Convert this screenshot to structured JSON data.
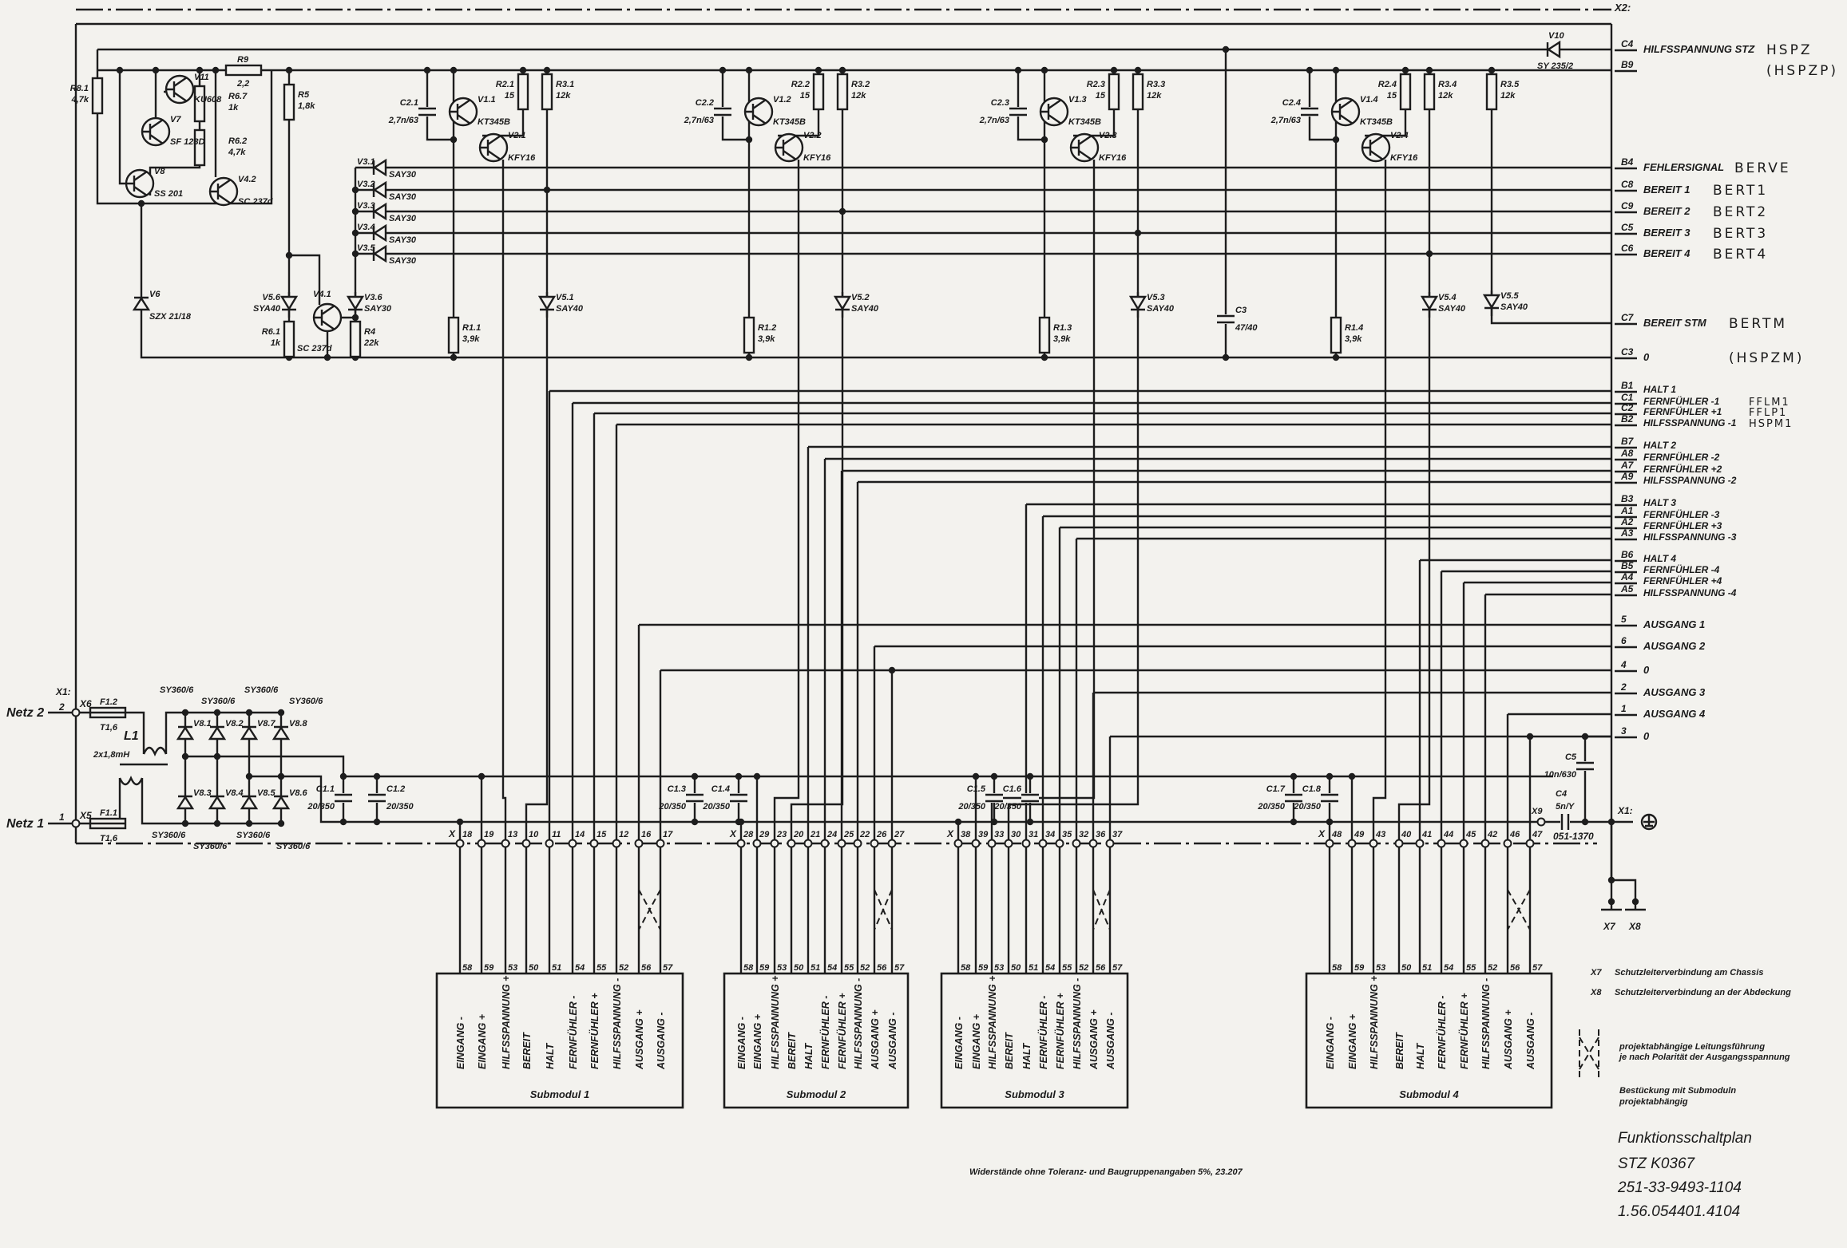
{
  "connector_x2": {
    "title": "X2:",
    "pins": [
      {
        "pin": "C4",
        "label": "HILFSSPANNUNG STZ",
        "note": "HSPZ"
      },
      {
        "pin": "B9",
        "label": "",
        "note": "(HSPZP)"
      },
      {
        "pin": "B4",
        "label": "FEHLERSIGNAL",
        "note": "BERVE"
      },
      {
        "pin": "C8",
        "label": "BEREIT 1",
        "note": "BERT1"
      },
      {
        "pin": "C9",
        "label": "BEREIT 2",
        "note": "BERT2"
      },
      {
        "pin": "C5",
        "label": "BEREIT 3",
        "note": "BERT3"
      },
      {
        "pin": "C6",
        "label": "BEREIT 4",
        "note": "BERT4"
      },
      {
        "pin": "C7",
        "label": "BEREIT STM",
        "note": "BERTM"
      },
      {
        "pin": "C3",
        "label": "0",
        "note": "(HSPZM)"
      },
      {
        "pin": "B1",
        "label": "HALT 1",
        "note": ""
      },
      {
        "pin": "C1",
        "label": "FERNFÜHLER -1",
        "note": "FFLM1"
      },
      {
        "pin": "C2",
        "label": "FERNFÜHLER +1",
        "note": "FFLP1"
      },
      {
        "pin": "B2",
        "label": "HILFSSPANNUNG -1",
        "note": "HSPM1"
      },
      {
        "pin": "B7",
        "label": "HALT 2",
        "note": ""
      },
      {
        "pin": "A8",
        "label": "FERNFÜHLER -2",
        "note": ""
      },
      {
        "pin": "A7",
        "label": "FERNFÜHLER +2",
        "note": ""
      },
      {
        "pin": "A9",
        "label": "HILFSSPANNUNG -2",
        "note": ""
      },
      {
        "pin": "B3",
        "label": "HALT 3",
        "note": ""
      },
      {
        "pin": "A1",
        "label": "FERNFÜHLER -3",
        "note": ""
      },
      {
        "pin": "A2",
        "label": "FERNFÜHLER +3",
        "note": ""
      },
      {
        "pin": "A3",
        "label": "HILFSSPANNUNG -3",
        "note": ""
      },
      {
        "pin": "B6",
        "label": "HALT 4",
        "note": ""
      },
      {
        "pin": "B5",
        "label": "FERNFÜHLER -4",
        "note": ""
      },
      {
        "pin": "A4",
        "label": "FERNFÜHLER +4",
        "note": ""
      },
      {
        "pin": "A5",
        "label": "HILFSSPANNUNG -4",
        "note": ""
      },
      {
        "pin": "5",
        "label": "AUSGANG 1",
        "note": ""
      },
      {
        "pin": "6",
        "label": "AUSGANG 2",
        "note": ""
      },
      {
        "pin": "4",
        "label": "0",
        "note": ""
      },
      {
        "pin": "2",
        "label": "AUSGANG 3",
        "note": ""
      },
      {
        "pin": "1",
        "label": "AUSGANG 4",
        "note": ""
      },
      {
        "pin": "3",
        "label": "0",
        "note": ""
      }
    ]
  },
  "submodule_pins": [
    "58",
    "59",
    "53",
    "50",
    "51",
    "54",
    "55",
    "52",
    "56",
    "57"
  ],
  "submodule_signals": [
    "EINGANG -",
    "EINGANG +",
    "HILFSSPANNUNG +",
    "BEREIT",
    "HALT",
    "FERNFÜHLER -",
    "FERNFÜHLER +",
    "HILFSSPANNUNG -",
    "AUSGANG +",
    "AUSGANG -"
  ],
  "submodules": [
    {
      "title": "Submodul 1",
      "x_prefix": "X",
      "terminals": [
        "18",
        "19",
        "13",
        "10",
        "11",
        "14",
        "15",
        "12",
        "16",
        "17"
      ]
    },
    {
      "title": "Submodul 2",
      "x_prefix": "X",
      "terminals": [
        "28",
        "29",
        "23",
        "20",
        "21",
        "24",
        "25",
        "22",
        "26",
        "27"
      ]
    },
    {
      "title": "Submodul 3",
      "x_prefix": "X",
      "terminals": [
        "38",
        "39",
        "33",
        "30",
        "31",
        "34",
        "35",
        "32",
        "36",
        "37"
      ]
    },
    {
      "title": "Submodul 4",
      "x_prefix": "X",
      "terminals": [
        "48",
        "49",
        "43",
        "40",
        "41",
        "44",
        "45",
        "42",
        "46",
        "47"
      ]
    }
  ],
  "components": {
    "R8_1": {
      "ref": "R8.1",
      "value": "4,7k"
    },
    "V11": {
      "ref": "V11",
      "value": "KU608"
    },
    "V7": {
      "ref": "V7",
      "value": "SF 128D"
    },
    "V8": {
      "ref": "V8",
      "value": "SS 201"
    },
    "V4_2": {
      "ref": "V4.2",
      "value": "SC 237d"
    },
    "R6_7": {
      "ref": "R6.7",
      "value": "1k"
    },
    "R6_2": {
      "ref": "R6.2",
      "value": "4,7k"
    },
    "R9": {
      "ref": "R9",
      "value": "2,2"
    },
    "R5": {
      "ref": "R5",
      "value": "1,8k"
    },
    "V6": {
      "ref": "V6",
      "value": "SZX 21/18"
    },
    "V5_6": {
      "ref": "V5.6",
      "value": "SYA40"
    },
    "R6_1": {
      "ref": "R6.1",
      "value": "1k"
    },
    "V4_1": {
      "ref": "V4.1",
      "value": "SC 237d"
    },
    "V3_6": {
      "ref": "V3.6",
      "value": "SAY30"
    },
    "R4": {
      "ref": "R4",
      "value": "22k"
    },
    "V3_1": {
      "ref": "V3.1",
      "value": "SAY30"
    },
    "V3_2": {
      "ref": "V3.2",
      "value": "SAY30"
    },
    "V3_3": {
      "ref": "V3.3",
      "value": "SAY30"
    },
    "V3_4": {
      "ref": "V3.4",
      "value": "SAY30"
    },
    "V3_5": {
      "ref": "V3.5",
      "value": "SAY30"
    },
    "C2_1": {
      "ref": "C2.1",
      "value": "2,7n/63"
    },
    "C2_2": {
      "ref": "C2.2",
      "value": "2,7n/63"
    },
    "C2_3": {
      "ref": "C2.3",
      "value": "2,7n/63"
    },
    "C2_4": {
      "ref": "C2.4",
      "value": "2,7n/63"
    },
    "V1_1": {
      "ref": "V1.1",
      "value": "KT345B"
    },
    "V1_2": {
      "ref": "V1.2",
      "value": "KT345B"
    },
    "V1_3": {
      "ref": "V1.3",
      "value": "KT345B"
    },
    "V1_4": {
      "ref": "V1.4",
      "value": "KT345B"
    },
    "V2_1": {
      "ref": "V2.1",
      "value": "KFY16"
    },
    "V2_2": {
      "ref": "V2.2",
      "value": "KFY16"
    },
    "V2_3": {
      "ref": "V2.3",
      "value": "KFY16"
    },
    "V2_4": {
      "ref": "V2.4",
      "value": "KFY16"
    },
    "R2_1": {
      "ref": "R2.1",
      "value": "15"
    },
    "R2_2": {
      "ref": "R2.2",
      "value": "15"
    },
    "R2_3": {
      "ref": "R2.3",
      "value": "15"
    },
    "R2_4": {
      "ref": "R2.4",
      "value": "15"
    },
    "R3_1": {
      "ref": "R3.1",
      "value": "12k"
    },
    "R3_2": {
      "ref": "R3.2",
      "value": "12k"
    },
    "R3_3": {
      "ref": "R3.3",
      "value": "12k"
    },
    "R3_4": {
      "ref": "R3.4",
      "value": "12k"
    },
    "R3_5": {
      "ref": "R3.5",
      "value": "12k"
    },
    "R1_1": {
      "ref": "R1.1",
      "value": "3,9k"
    },
    "R1_2": {
      "ref": "R1.2",
      "value": "3,9k"
    },
    "R1_3": {
      "ref": "R1.3",
      "value": "3,9k"
    },
    "R1_4": {
      "ref": "R1.4",
      "value": "3,9k"
    },
    "V5_1": {
      "ref": "V5.1",
      "value": "SAY40"
    },
    "V5_2": {
      "ref": "V5.2",
      "value": "SAY40"
    },
    "V5_3": {
      "ref": "V5.3",
      "value": "SAY40"
    },
    "V5_4": {
      "ref": "V5.4",
      "value": "SAY40"
    },
    "V5_5": {
      "ref": "V5.5",
      "value": "SAY40"
    },
    "V10": {
      "ref": "V10",
      "value": "SY 235/2"
    },
    "C3": {
      "ref": "C3",
      "value": "47/40"
    },
    "C5": {
      "ref": "C5",
      "value": "10n/630"
    },
    "C4": {
      "ref": "C4",
      "value": "5n/Y"
    },
    "C1_1": {
      "ref": "C1.1",
      "value": "20/350"
    },
    "C1_2": {
      "ref": "C1.2",
      "value": "20/350"
    },
    "C1_3": {
      "ref": "C1.3",
      "value": "20/350"
    },
    "C1_4": {
      "ref": "C1.4",
      "value": "20/350"
    },
    "C1_5": {
      "ref": "C1.5",
      "value": "20/350"
    },
    "C1_6": {
      "ref": "C1.6",
      "value": "20/350"
    },
    "C1_7": {
      "ref": "C1.7",
      "value": "20/350"
    },
    "C1_8": {
      "ref": "C1.8",
      "value": "20/350"
    },
    "F1_2": {
      "ref": "F1.2",
      "value": "T1,6"
    },
    "F1_1": {
      "ref": "F1.1",
      "value": "T1,6"
    },
    "L1": {
      "ref": "L1",
      "value": "2x1,8mH"
    },
    "V8_1": {
      "ref": "V8.1",
      "value": "SY360/6"
    },
    "V8_2": {
      "ref": "V8.2",
      "value": "SY360/6"
    },
    "V8_7": {
      "ref": "V8.7",
      "value": "SY360/6"
    },
    "V8_8": {
      "ref": "V8.8",
      "value": "SY360/6"
    },
    "V8_3": {
      "ref": "V8.3",
      "value": "SY360/6"
    },
    "V8_4": {
      "ref": "V8.4",
      "value": "SY360/6"
    },
    "V8_5": {
      "ref": "V8.5",
      "value": "SY360/6"
    },
    "V8_6": {
      "ref": "V8.6",
      "value": "SY360/6"
    }
  },
  "mains": {
    "connector": "X1:",
    "netz2": "Netz 2",
    "netz2_pin": "2",
    "netz2_terminal": "X6",
    "netz1": "Netz 1",
    "netz1_pin": "1",
    "netz1_terminal": "X5"
  },
  "earth": {
    "connector": "X1:",
    "x9": "X9",
    "x7": "X7",
    "x8": "X8",
    "part_no": "051-1370"
  },
  "legend": {
    "x7_code": "X7",
    "x7_text": "Schutzleiterverbindung am Chassis",
    "x8_code": "X8",
    "x8_text": "Schutzleiterverbindung an der Abdeckung",
    "cross_line1": "projektabhängige Leitungsführung",
    "cross_line2": "je nach Polarität der Ausgangsspannung",
    "fit_line1": "Bestückung mit Submoduln",
    "fit_line2": "projektabhängig"
  },
  "title_block": {
    "title": "Funktionsschaltplan",
    "device": "STZ K0367",
    "drawing_no": "251-33-9493-1104",
    "doc_no": "1.56.054401.4104"
  },
  "footnote": "Widerstände ohne Toleranz- und Baugruppenangaben 5%, 23.207"
}
